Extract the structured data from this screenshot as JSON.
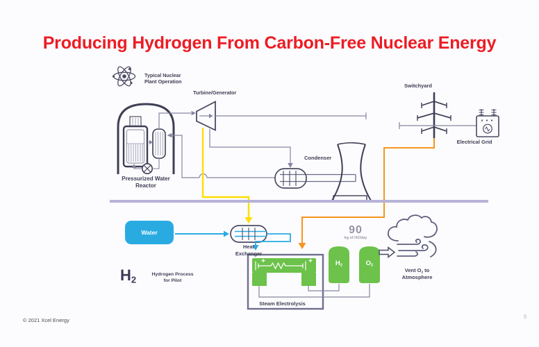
{
  "slide": {
    "title": "Producing Hydrogen From Carbon-Free Nuclear Energy",
    "copyright": "© 2021 Xcel Energy",
    "page_number": "9"
  },
  "labels": {
    "typical_nuclear_line1": "Typical Nuclear",
    "typical_nuclear_line2": "Plant Operation",
    "turbine_generator": "Turbine/Generator",
    "switchyard": "Switchyard",
    "electrical_grid": "Electrical Grid",
    "condenser": "Condenser",
    "reactor_line1": "Pressurized Water",
    "reactor_line2": "Reactor",
    "water": "Water",
    "heat_exchanger_line1": "Heat",
    "heat_exchanger_line2": "Exchanger",
    "h2_symbol_base": "H",
    "h2_symbol_sub": "2",
    "hydrogen_process_line1": "Hydrogen Process",
    "hydrogen_process_line2": "for Pilot",
    "steam_electrolysis": "Steam Electrolysis",
    "h2_tank_base": "H",
    "h2_tank_sub": "2",
    "o2_tank_base": "O",
    "o2_tank_sub": "2",
    "production_value": "90",
    "production_unit": "kg of H2/day",
    "vent_pre": "Vent O",
    "vent_sub": "2",
    "vent_post": " to",
    "vent_line2": "Atmosphere"
  },
  "colors": {
    "title_red": "#ED1C24",
    "dark_slate": "#3E3E55",
    "line_gray": "#8585A0",
    "steam_yellow": "#FFDE00",
    "power_orange": "#F7941E",
    "water_blue": "#29ABE2",
    "process_green": "#6CC24A",
    "divider_lavender": "#B6B2D8",
    "electrolysis_border": "#6E6E8E",
    "muted_gray": "#9494A4"
  }
}
